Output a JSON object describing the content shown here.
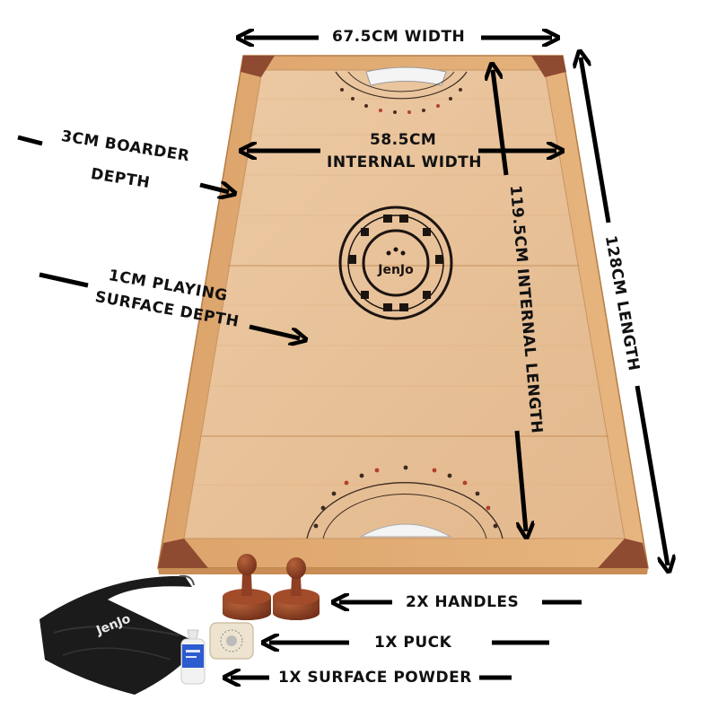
{
  "labels": {
    "width": "67.5CM WIDTH",
    "internal_width_line1": "58.5CM",
    "internal_width_line2": "INTERNAL WIDTH",
    "border_line1": "3CM BOARDER",
    "border_line2": "DEPTH",
    "surface_line1": "1CM PLAYING",
    "surface_line2": "SURFACE DEPTH",
    "internal_length": "119.5CM  INTERNAL LENGTH",
    "length": "128CM LENGTH",
    "handles": "2X HANDLES",
    "puck": "1X PUCK",
    "powder": "1X SURFACE POWDER"
  },
  "branding": {
    "logo_text": "JenJo"
  },
  "colors": {
    "wood_frame": "#e2ad72",
    "wood_surface": "#e9c39b",
    "corner_block": "#8f4a32",
    "handle": "#8e3f24",
    "bag": "#1b1b1b",
    "arrow": "#000000"
  },
  "icons": [
    "arrow-left-icon",
    "arrow-right-icon",
    "arrow-up-icon",
    "arrow-down-icon"
  ]
}
